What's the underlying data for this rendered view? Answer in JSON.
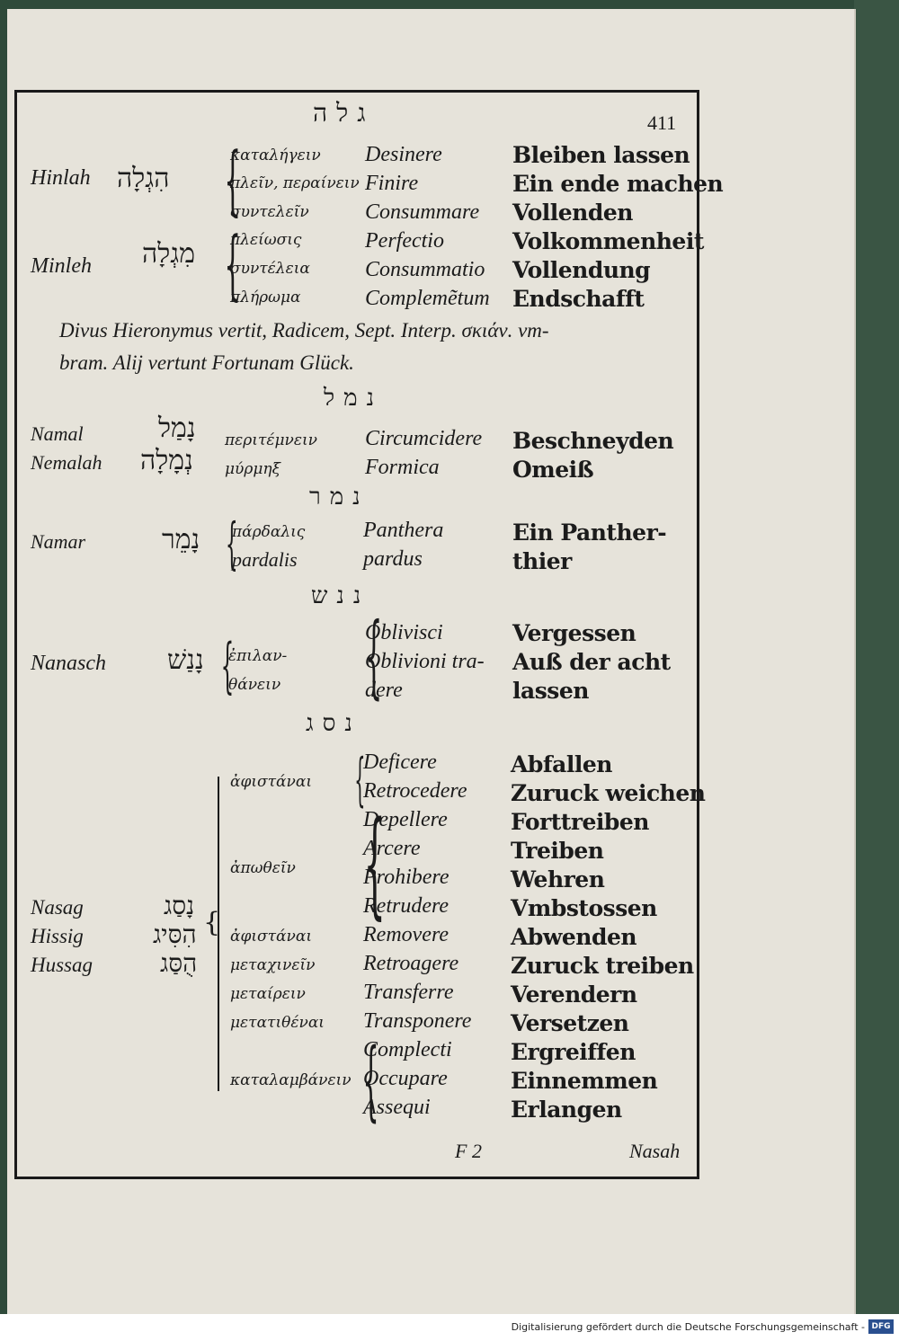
{
  "page": {
    "header_hebrew": "גלה",
    "page_number": "411",
    "footer_signature": "F 2",
    "catchword": "Nasah"
  },
  "section_gala": {
    "entries": [
      {
        "translit": "Hinlah",
        "hebrew": "הִגְלָה",
        "greek": [
          "καταλήγειν",
          "πλεῖν, περαίνειν",
          "συντελεῖν"
        ],
        "latin": [
          "Desinere",
          "Finire",
          "Consummare"
        ],
        "german": [
          "Bleiben lassen",
          "Ein ende machen",
          "Vollenden"
        ]
      },
      {
        "translit": "Minleh",
        "hebrew": "מִגְלָה",
        "greek": [
          "πλείωσις",
          "συντέλεια",
          "πλήρωμα"
        ],
        "latin": [
          "Perfectio",
          "Consummatio",
          "Complemẽtum"
        ],
        "german": [
          "Volkommenheit",
          "Vollendung",
          "Endschafft"
        ]
      }
    ],
    "note_line1": "Divus Hieronymus vertit, Radicem, Sept. Interp. σκιάν. vm-",
    "note_line2": "bram. Alij vertunt Fortunam Glück."
  },
  "section_namal": {
    "header": "נמל",
    "entries": [
      {
        "translit": "Namal",
        "hebrew": "נָמַל",
        "greek": "περιτέμνειν",
        "latin": "Circumcidere",
        "german": "Beschneyden"
      },
      {
        "translit": "Nemalah",
        "hebrew": "נְמָלָה",
        "greek": "μύρμηξ",
        "latin": "Formica",
        "german": "Omeiß"
      }
    ]
  },
  "section_namar": {
    "header": "נמר",
    "translit": "Namar",
    "hebrew": "נָמֵר",
    "greek": [
      "πάρδαλις",
      "pardalis"
    ],
    "latin": [
      "Panthera",
      "pardus"
    ],
    "german": [
      "Ein Panther-",
      "thier"
    ]
  },
  "section_nanasch": {
    "header": "ננש",
    "translit": "Nanasch",
    "hebrew": "נָנַשׁ",
    "greek": [
      "ἐπιλαν-",
      "θάνειν"
    ],
    "latin": [
      "Oblivisci",
      "Oblivioni tra-",
      "dere"
    ],
    "german": [
      "Vergessen",
      "Auß der acht",
      "lassen"
    ]
  },
  "section_nasag": {
    "header": "נסג",
    "translits": [
      "Nasag",
      "Hissig",
      "Hussag"
    ],
    "hebrews": [
      "נָסַג",
      "הִסִּיג",
      "הֻסַּג"
    ],
    "greek": [
      "ἀφιστάναι",
      "ἀπωθεῖν",
      "ἀφιστάναι",
      "μεταχινεῖν",
      "μεταίρειν",
      "μετατιθέναι",
      "καταλαμβάνειν"
    ],
    "latin": [
      "Deficere",
      "Retrocedere",
      "Depellere",
      "Arcere",
      "Prohibere",
      "Retrudere",
      "Removere",
      "Retroagere",
      "Transferre",
      "Transponere",
      "Complecti",
      "Occupare",
      "Assequi"
    ],
    "german": [
      "Abfallen",
      "Zuruck weichen",
      "Forttreiben",
      "Treiben",
      "Wehren",
      "Vmbstossen",
      "Abwenden",
      "Zuruck treiben",
      "Verendern",
      "Versetzen",
      "Ergreiffen",
      "Einnemmen",
      "Erlangen"
    ]
  },
  "footer": {
    "credit": "Digitalisierung gefördert durch die Deutsche Forschungsgemeinschaft -",
    "logo": "DFG"
  }
}
